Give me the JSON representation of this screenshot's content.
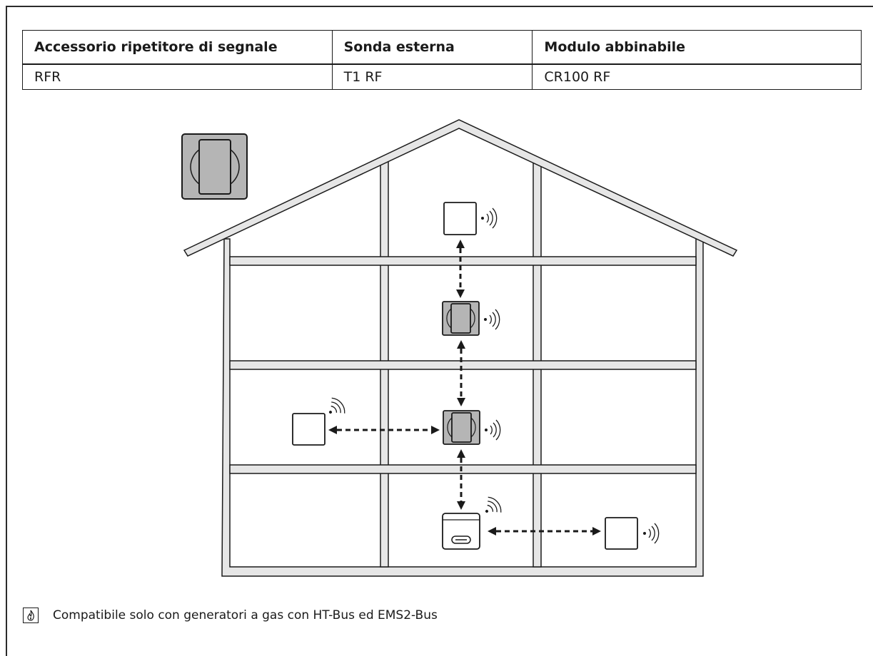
{
  "table": {
    "headers": [
      "Accessorio ripetitore di segnale",
      "Sonda esterna",
      "Modulo abbinabile"
    ],
    "row": [
      "RFR",
      "T1 RF",
      "CR100 RF"
    ]
  },
  "diagram": {
    "icons": [
      "rfr-repeater-icon",
      "t1-rf-sensor-icon",
      "cr100-rf-module-icon",
      "boiler-icon",
      "signal-waves-icon",
      "bidirectional-arrow-icon"
    ],
    "colors": {
      "wall": "#e6e6e6",
      "repeater": "#b5b5b5",
      "stroke": "#1a1a1a"
    }
  },
  "footnote": {
    "icon": "gas-flame-icon",
    "text": "Compatibile solo con generatori a gas con HT-Bus ed EMS2-Bus"
  }
}
